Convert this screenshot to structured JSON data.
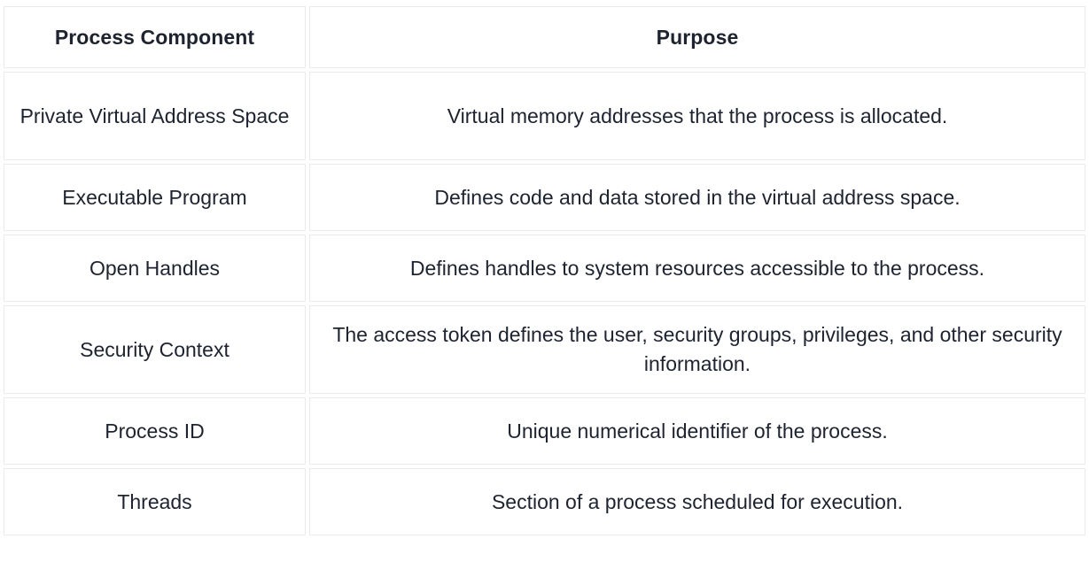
{
  "table": {
    "headers": [
      {
        "label": "Process Component"
      },
      {
        "label": "Purpose"
      }
    ],
    "rows": [
      {
        "component": "Private Virtual Address Space",
        "purpose": "Virtual memory addresses that the process is allocated."
      },
      {
        "component": "Executable Program",
        "purpose": "Defines code and data stored in the virtual address space."
      },
      {
        "component": "Open Handles",
        "purpose": "Defines handles to system resources accessible to the process."
      },
      {
        "component": "Security Context",
        "purpose": "The access token defines the user, security groups, privileges, and other security information."
      },
      {
        "component": "Process ID",
        "purpose": "Unique numerical identifier of the process."
      },
      {
        "component": "Threads",
        "purpose": "Section of a process scheduled for execution."
      }
    ]
  },
  "colors": {
    "text": "#1e2330",
    "border": "#e9ebed",
    "background": "#ffffff"
  }
}
